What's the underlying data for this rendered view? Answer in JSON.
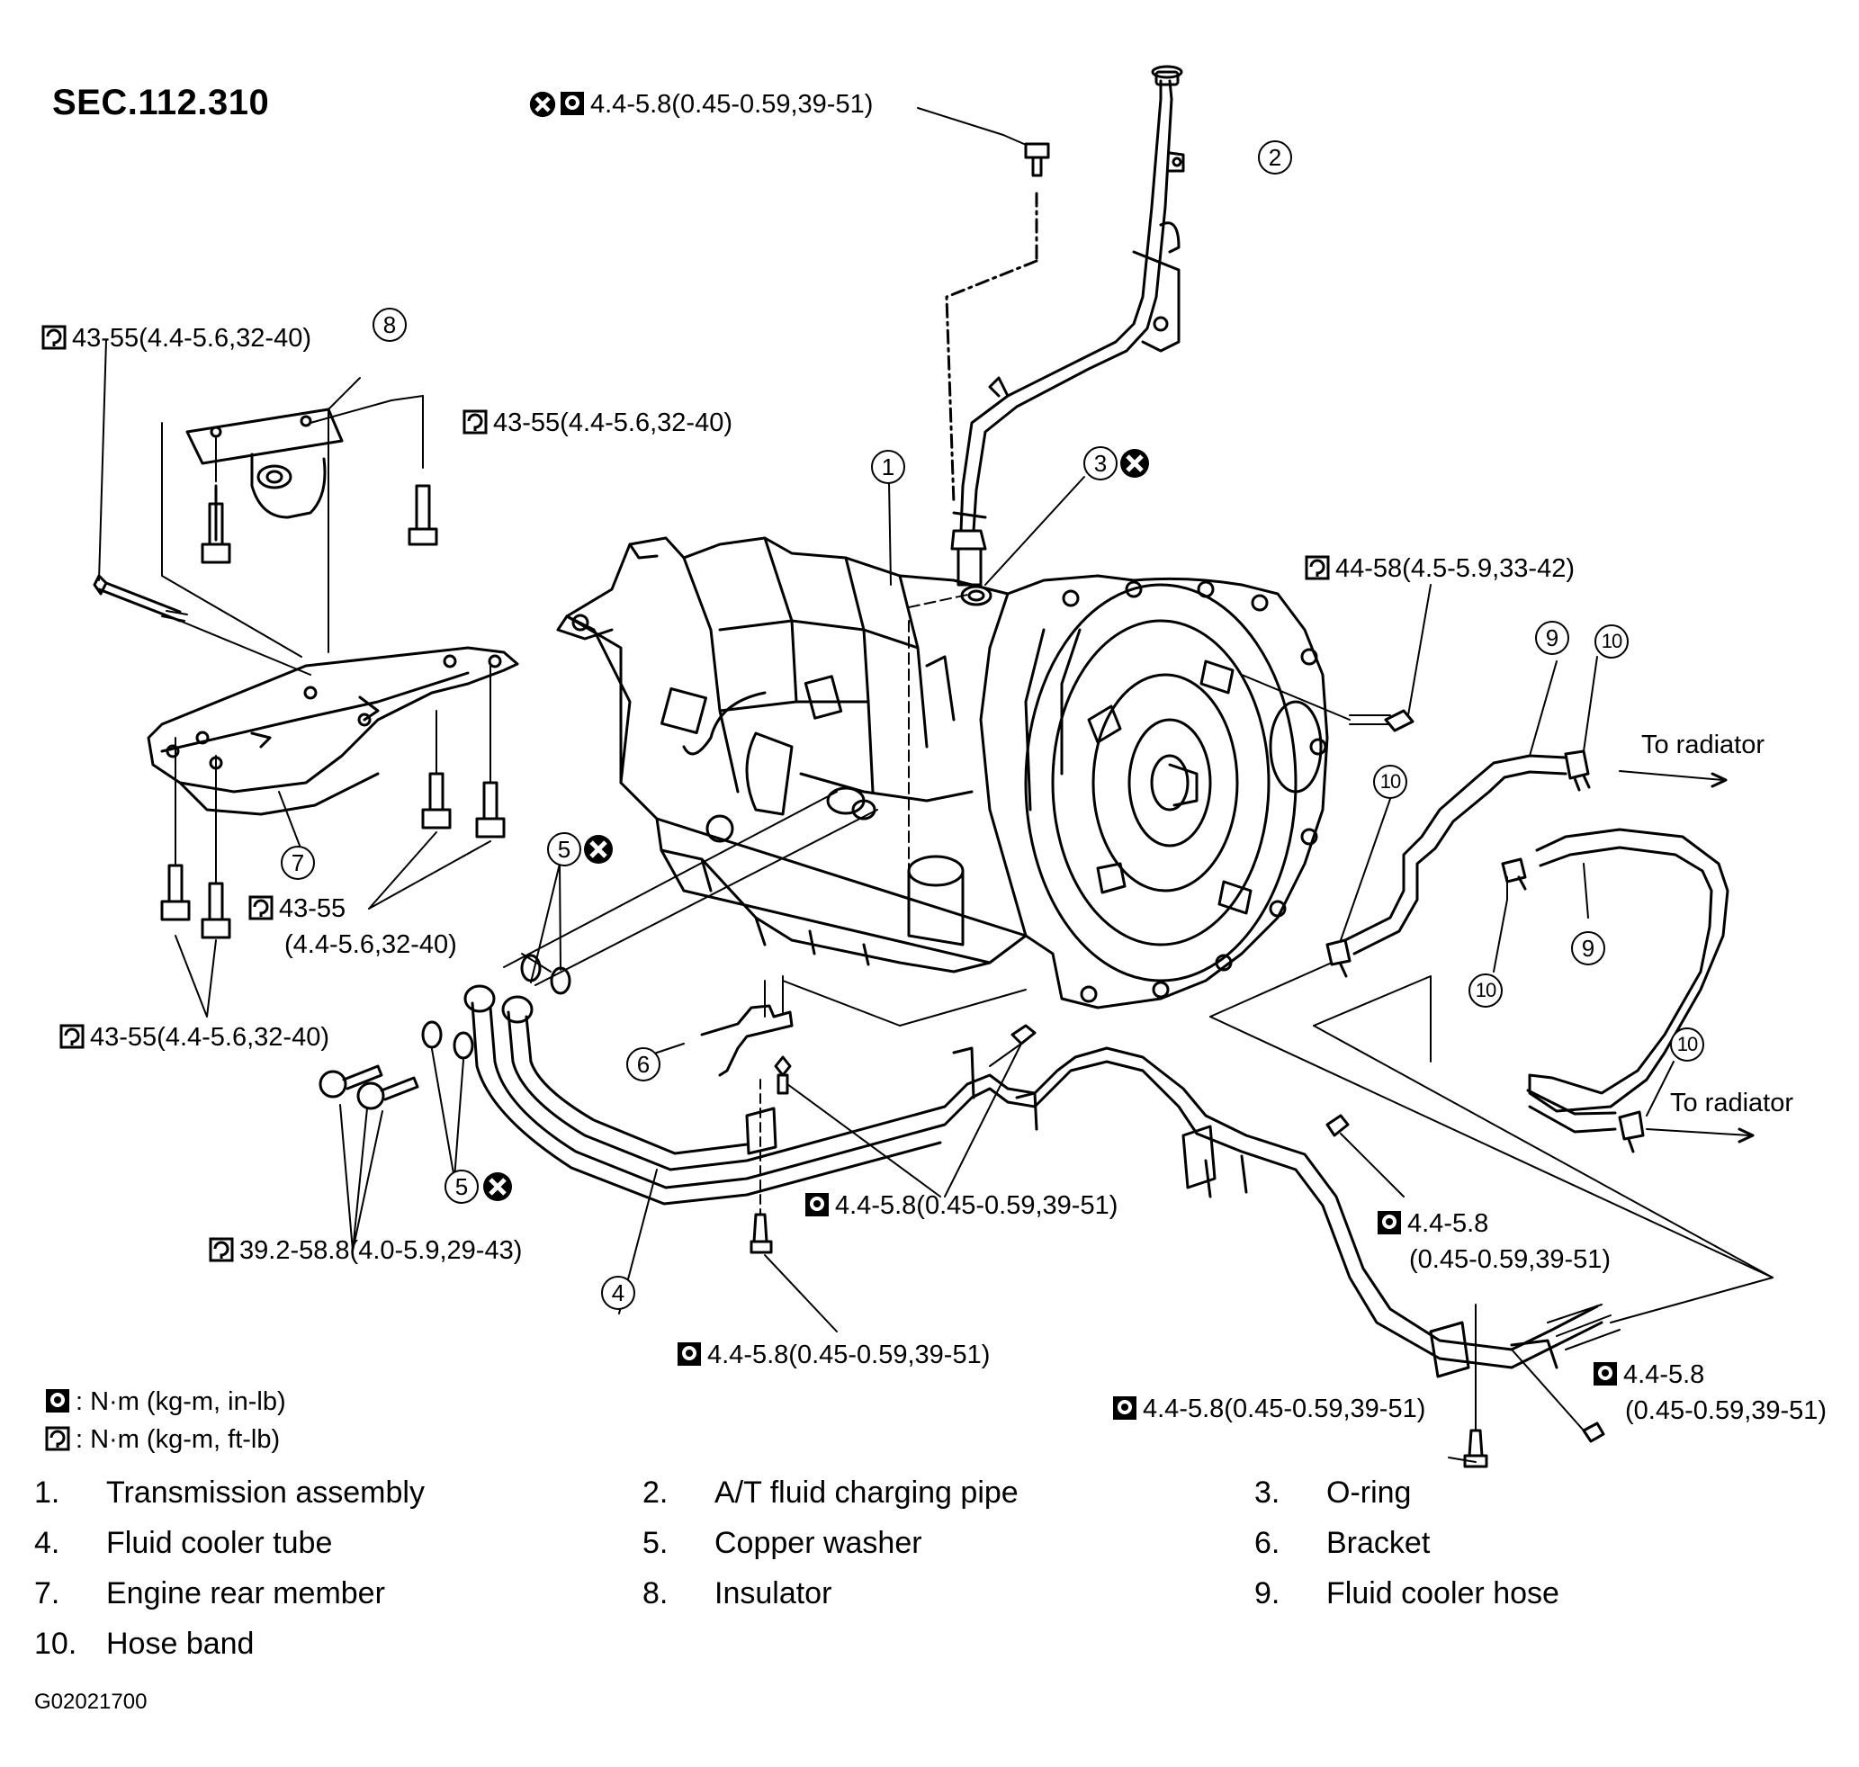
{
  "title": "SEC.112.310",
  "figure_code": "G02021700",
  "torque_labels": {
    "t_charging_pipe_bolt": "4.4-5.8(0.45-0.59,39-51)",
    "t_insulator_left": "43-55(4.4-5.6,32-40)",
    "t_insulator_right": "43-55(4.4-5.6,32-40)",
    "t_converter_bolt": "44-58(4.5-5.9,33-42)",
    "t_member_line1": "43-55",
    "t_member_line2": "(4.4-5.6,32-40)",
    "t_member_lower": "43-55(4.4-5.6,32-40)",
    "t_banjo_bolts": "39.2-58.8(4.0-5.9,29-43)",
    "t_tube_clamp_center": "4.4-5.8(0.45-0.59,39-51)",
    "t_tube_clamp_lower": "4.4-5.8(0.45-0.59,39-51)",
    "t_tube_right_line1": "4.4-5.8",
    "t_tube_right_line2": "(0.45-0.59,39-51)",
    "t_tube_far_line1": "4.4-5.8",
    "t_tube_far_line2": "(0.45-0.59,39-51)",
    "t_tube_bottom": "4.4-5.8(0.45-0.59,39-51)"
  },
  "callouts": [
    "1",
    "2",
    "3",
    "4",
    "5",
    "5",
    "6",
    "7",
    "8",
    "9",
    "9",
    "10",
    "10",
    "10",
    "10"
  ],
  "to_radiator_upper": "To radiator",
  "to_radiator_lower": "To radiator",
  "legend": {
    "in_lb": ": N·m (kg-m, in-lb)",
    "ft_lb": ": N·m (kg-m, ft-lb)"
  },
  "parts": [
    {
      "num": "1.",
      "name": "Transmission assembly"
    },
    {
      "num": "2.",
      "name": "A/T fluid charging pipe"
    },
    {
      "num": "3.",
      "name": "O-ring"
    },
    {
      "num": "4.",
      "name": "Fluid cooler tube"
    },
    {
      "num": "5.",
      "name": "Copper washer"
    },
    {
      "num": "6.",
      "name": "Bracket"
    },
    {
      "num": "7.",
      "name": "Engine rear member"
    },
    {
      "num": "8.",
      "name": "Insulator"
    },
    {
      "num": "9.",
      "name": "Fluid cooler hose"
    },
    {
      "num": "10.",
      "name": "Hose band"
    }
  ]
}
